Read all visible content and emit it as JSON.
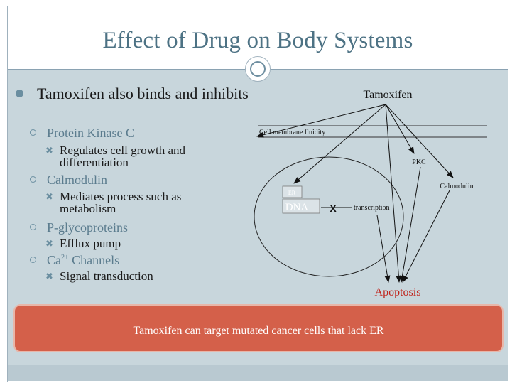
{
  "title": "Effect of Drug on Body Systems",
  "bullets": {
    "main": "Tamoxifen also binds and inhibits",
    "items": [
      {
        "label": "Protein Kinase C",
        "sub": "Regulates cell growth and differentiation"
      },
      {
        "label": "Calmodulin",
        "sub": "Mediates process such as metabolism"
      },
      {
        "label": "P-glycoproteins",
        "sub": "Efflux pump"
      },
      {
        "label_prefix": "Ca",
        "label_sup": "2+",
        "label_suffix": " Channels",
        "sub": "Signal transduction"
      }
    ]
  },
  "diagram": {
    "tamoxifen": "Tamoxifen",
    "membrane": "Cell membrane fluidity",
    "pkc": "PKC",
    "calmodulin": "Calmodulin",
    "er": "ER",
    "dna": "DNA",
    "block": "X",
    "transcription": "transcription",
    "apoptosis": "Apoptosis"
  },
  "callout": "Tamoxifen can target mutated cancer cells that lack ER",
  "colors": {
    "title": "#4d7284",
    "content_bg": "#c8d6dc",
    "callout_bg": "#d4604a",
    "apoptosis": "#c0241c"
  }
}
